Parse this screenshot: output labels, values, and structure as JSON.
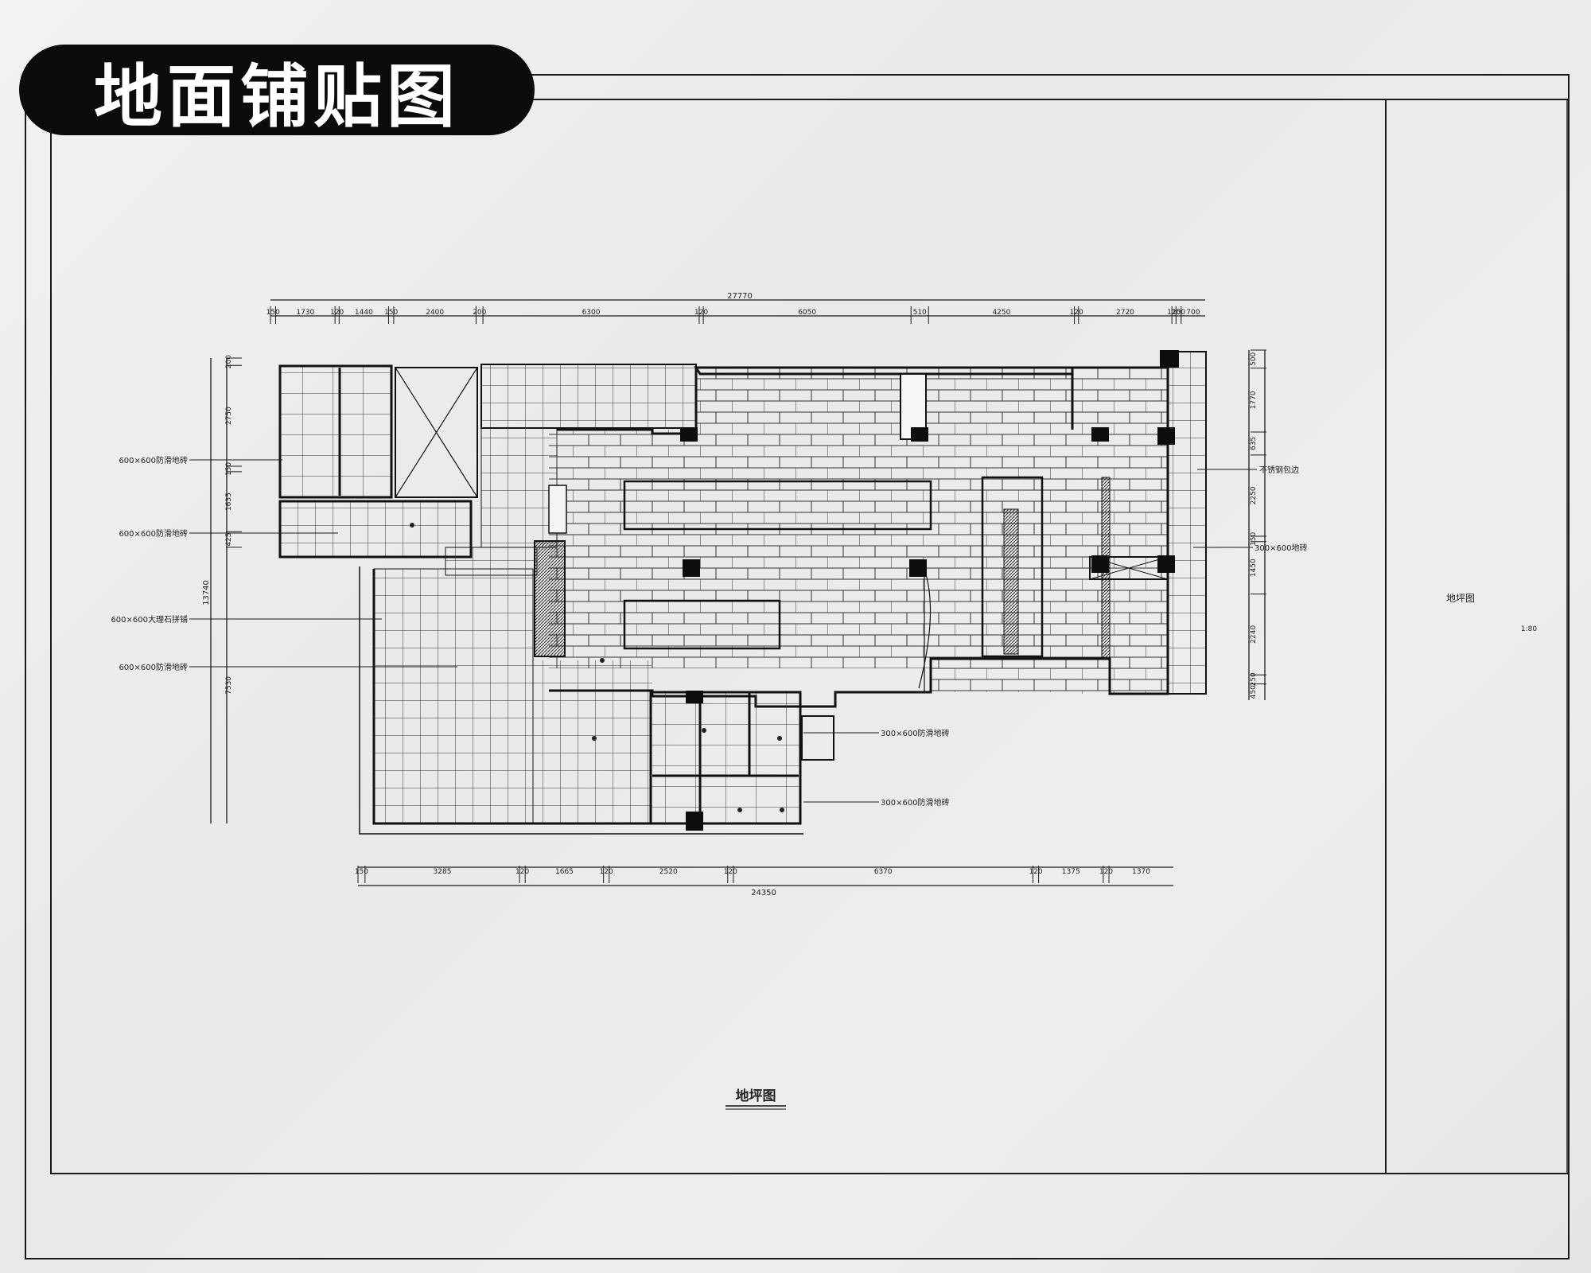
{
  "page": {
    "title_badge": "地面铺贴图",
    "drawing_caption": "地坪图",
    "side_panel_title": "地坪图",
    "side_panel_scale": "1:80"
  },
  "dimensions": {
    "top_overall": "27770",
    "top_segments": [
      "150",
      "1730",
      "120",
      "1440",
      "150",
      "2400",
      "200",
      "6300",
      "120",
      "6050",
      "510",
      "4250",
      "120",
      "2720",
      "120",
      "150",
      "700"
    ],
    "bottom_overall": "24350",
    "bottom_segments": [
      "150",
      "3285",
      "120",
      "1665",
      "120",
      "2520",
      "120",
      "6370",
      "120",
      "1375",
      "120",
      "1370"
    ],
    "left_overall": "13740",
    "left_segments": [
      "200",
      "2750",
      "150",
      "1635",
      "425",
      "7530"
    ],
    "right_segments": [
      "500",
      "1770",
      "635",
      "2250",
      "150",
      "1450",
      "2240",
      "250",
      "450"
    ]
  },
  "annotations": {
    "left_1": "600×600防滑地砖",
    "left_2": "600×600防滑地砖",
    "left_3": "600×600大理石拼铺",
    "left_4": "600×600防滑地砖",
    "right_1": "不锈钢包边",
    "right_2": "300×600地砖",
    "bottom_1": "300×600防滑地砖",
    "bottom_2": "300×600防滑地砖"
  },
  "colors": {
    "ink": "#1a1a1a",
    "badge_bg": "#0b0b0b",
    "badge_text": "#ffffff"
  }
}
